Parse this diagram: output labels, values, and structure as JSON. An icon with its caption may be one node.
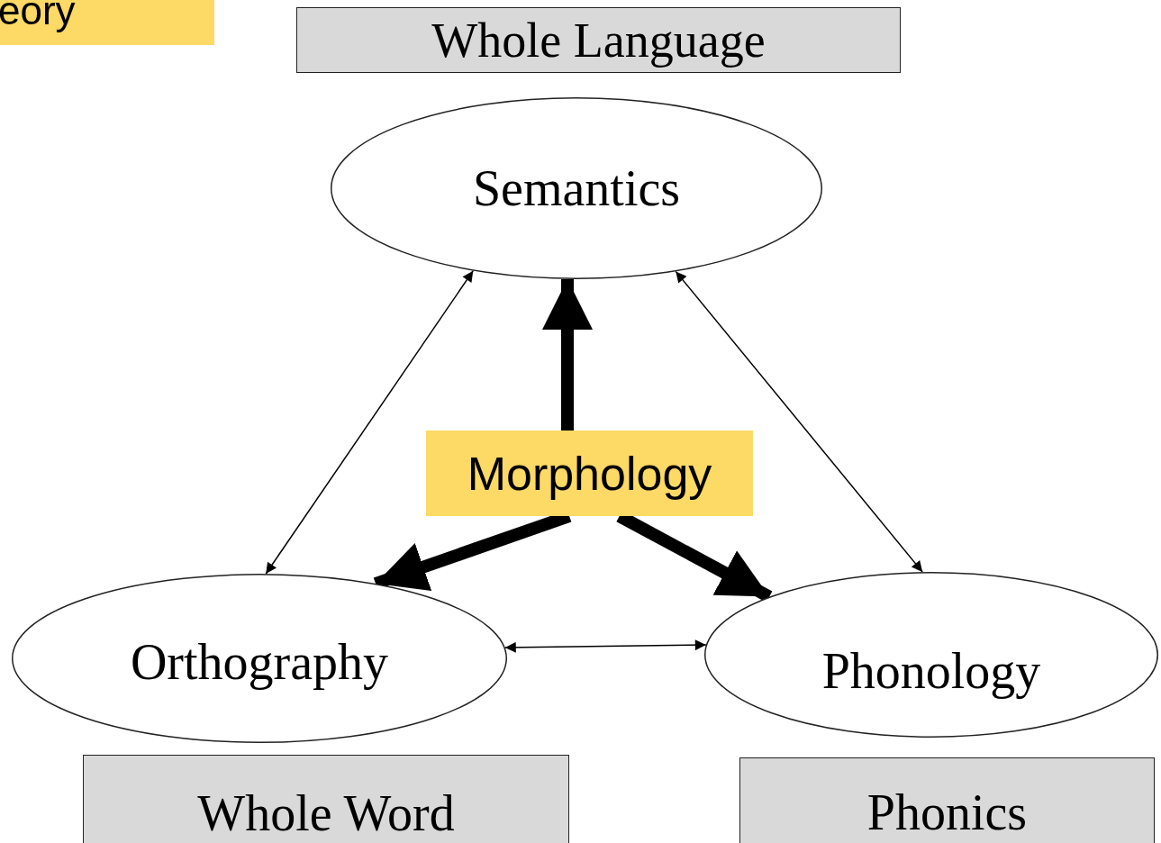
{
  "diagram": {
    "nodes": [
      {
        "text": [
          "eory"
        ]
      },
      {
        "text": [
          "Whole Language"
        ]
      },
      {
        "text": [
          "Semantics"
        ]
      },
      {
        "text": [
          "Morphology"
        ]
      },
      {
        "text": [
          "Orthography"
        ]
      },
      {
        "text": [
          "Phonology"
        ]
      },
      {
        "text": [
          "Whole Word"
        ]
      },
      {
        "text": [
          "Phonics"
        ]
      }
    ],
    "edges": [
      {
        "from": 3,
        "to": 2,
        "arrow": "to",
        "style": "thick"
      },
      {
        "from": 3,
        "to": 4,
        "arrow": "to",
        "style": "thick"
      },
      {
        "from": 3,
        "to": 5,
        "arrow": "to",
        "style": "thick"
      },
      {
        "from": 4,
        "to": 2,
        "arrow": "both"
      },
      {
        "from": 5,
        "to": 2,
        "arrow": "both"
      },
      {
        "from": 4,
        "to": 5,
        "arrow": "both"
      }
    ]
  }
}
